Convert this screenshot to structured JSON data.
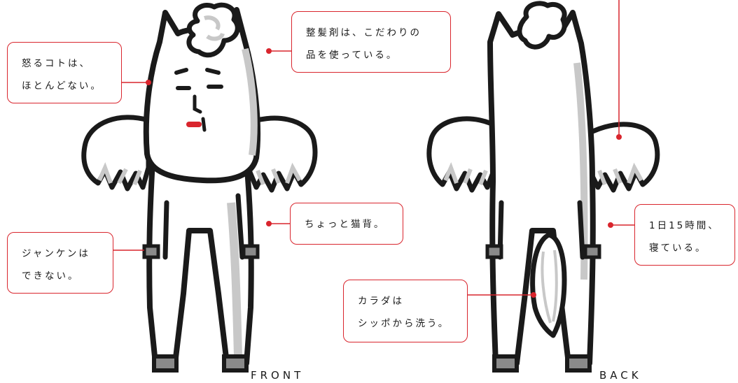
{
  "views": {
    "front_label": "FRONT",
    "back_label": "BACK"
  },
  "callouts": {
    "anger": {
      "lines": [
        "怒るコトは、",
        "ほとんどない。"
      ]
    },
    "hair": {
      "lines": [
        "整髪剤は、こだわりの",
        "品を使っている。"
      ]
    },
    "janken": {
      "lines": [
        "ジャンケンは",
        "できない。"
      ]
    },
    "posture": {
      "lines": [
        "ちょっと猫背。"
      ]
    },
    "sleep": {
      "lines": [
        "1日15時間、",
        "寝ている。"
      ]
    },
    "wash": {
      "lines": [
        "カラダは",
        "シッポから洗う。"
      ]
    }
  },
  "colors": {
    "accent": "#d9252d",
    "outline": "#1a1a1a",
    "shade": "#c8c8c8",
    "hoof": "#8a8a8a",
    "mouth": "#d9252d"
  }
}
